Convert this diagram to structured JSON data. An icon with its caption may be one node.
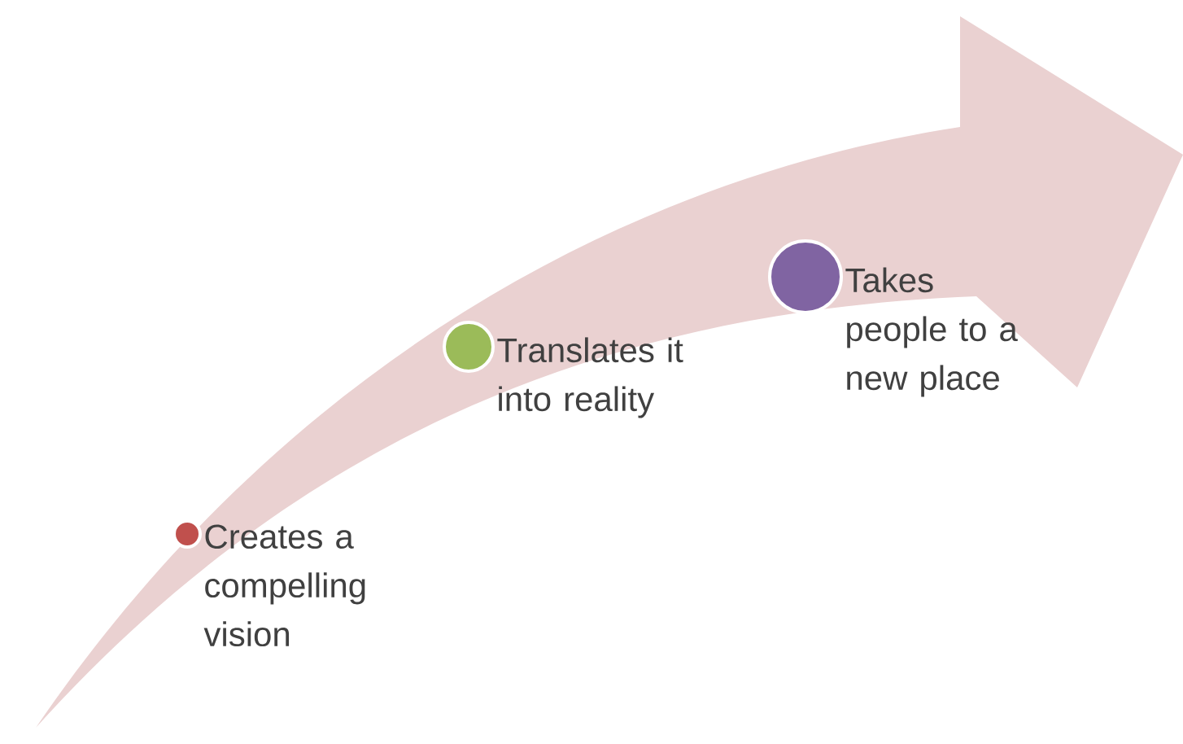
{
  "diagram": {
    "nodes": [
      {
        "text": [],
        "shape": "circle",
        "beside": [
          "Creates a compelling vision"
        ]
      },
      {
        "text": [],
        "shape": "circle",
        "beside": [
          "Translates it into reality"
        ]
      },
      {
        "text": [],
        "shape": "circle",
        "beside": [
          "Takes people to a new place"
        ]
      }
    ]
  }
}
